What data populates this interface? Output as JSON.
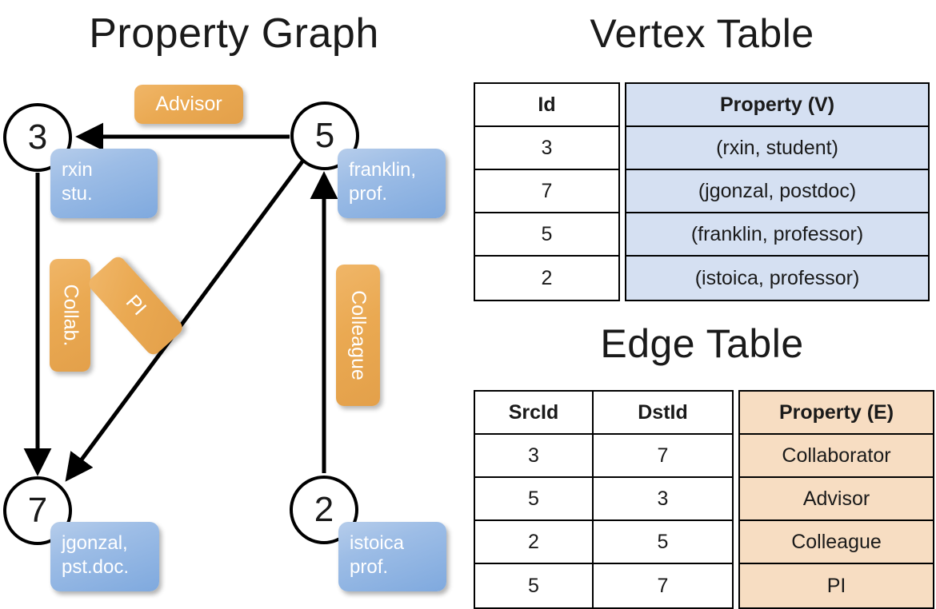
{
  "titles": {
    "property_graph": "Property Graph",
    "vertex_table": "Vertex Table",
    "edge_table": "Edge Table"
  },
  "graph": {
    "nodes": [
      {
        "id": "3",
        "name": "rxin",
        "role": "stu.",
        "label": "rxin\nstu."
      },
      {
        "id": "5",
        "name": "franklin",
        "role": "prof.",
        "label": "franklin,\nprof."
      },
      {
        "id": "7",
        "name": "jgonzal",
        "role": "pst.doc.",
        "label": "jgonzal,\npst.doc."
      },
      {
        "id": "2",
        "name": "istoica",
        "role": "prof.",
        "label": "istoica\nprof."
      }
    ],
    "edge_labels": [
      {
        "key": "advisor",
        "text": "Advisor",
        "src": "5",
        "dst": "3"
      },
      {
        "key": "collab",
        "text": "Collab.",
        "src": "3",
        "dst": "7"
      },
      {
        "key": "pi",
        "text": "PI",
        "src": "5",
        "dst": "7"
      },
      {
        "key": "colleague",
        "text": "Colleague",
        "src": "2",
        "dst": "5"
      }
    ]
  },
  "vertex_table": {
    "headers": [
      "Id",
      "Property (V)"
    ],
    "rows": [
      {
        "id": "3",
        "property": "(rxin, student)"
      },
      {
        "id": "7",
        "property": "(jgonzal, postdoc)"
      },
      {
        "id": "5",
        "property": "(franklin, professor)"
      },
      {
        "id": "2",
        "property": "(istoica, professor)"
      }
    ]
  },
  "edge_table": {
    "headers": [
      "SrcId",
      "DstId",
      "Property (E)"
    ],
    "rows": [
      {
        "src": "3",
        "dst": "7",
        "property": "Collaborator"
      },
      {
        "src": "5",
        "dst": "3",
        "property": "Advisor"
      },
      {
        "src": "2",
        "dst": "5",
        "property": "Colleague"
      },
      {
        "src": "5",
        "dst": "7",
        "property": "PI"
      }
    ]
  },
  "colors": {
    "vertex_property_fill": "#d5e0f2",
    "edge_property_fill": "#f7ddc2",
    "node_box_blue": "#8fb3e2",
    "edge_label_orange": "#eaa952",
    "stroke": "#000000",
    "background": "#ffffff"
  }
}
